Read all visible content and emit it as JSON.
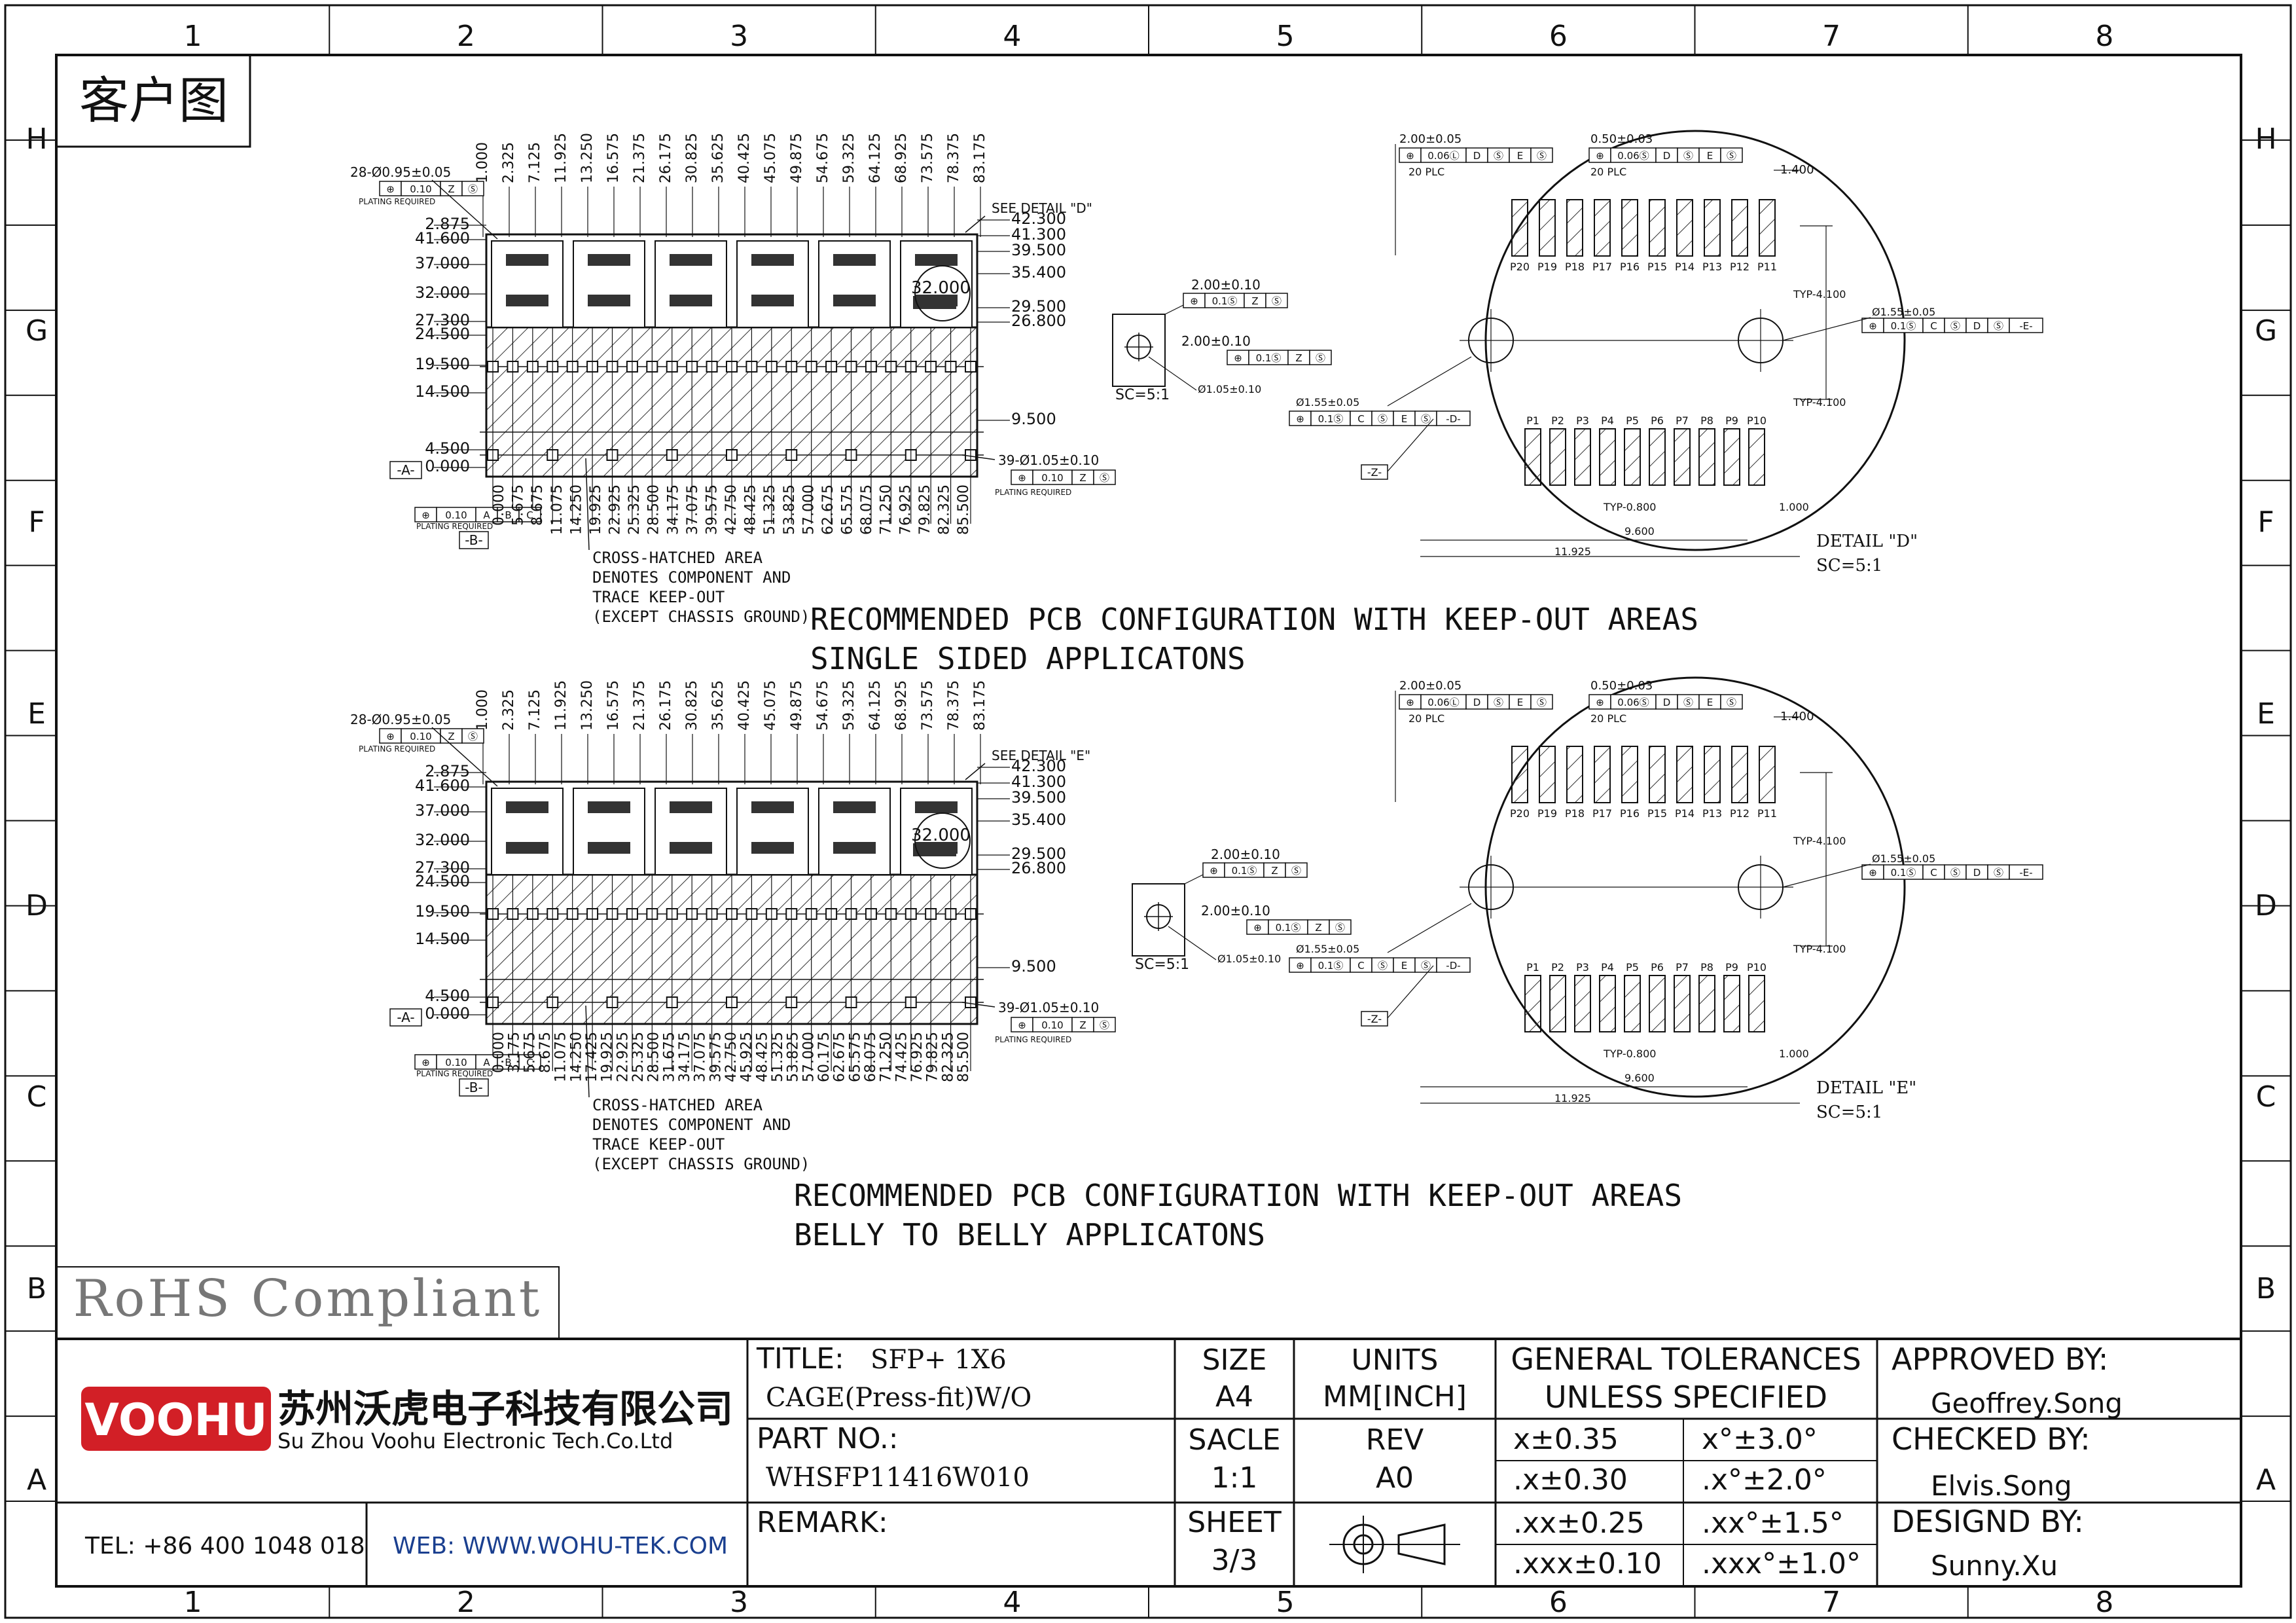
{
  "border": {
    "cols": [
      "1",
      "2",
      "3",
      "4",
      "5",
      "6",
      "7",
      "8"
    ],
    "rows": [
      "H",
      "G",
      "F",
      "E",
      "D",
      "C",
      "B",
      "A"
    ]
  },
  "header_label": "客户图",
  "views": [
    {
      "id": "single",
      "holes_callout": [
        "28-Ø0.95±0.05",
        "PLATING REQUIRED"
      ],
      "top_dims": [
        "1.000",
        "2.325",
        "7.125",
        "11.925",
        "13.250",
        "16.575",
        "21.375",
        "26.175",
        "30.825",
        "35.625",
        "40.425",
        "45.075",
        "49.875",
        "54.675",
        "59.325",
        "64.125",
        "68.925",
        "73.575",
        "78.375",
        "83.175"
      ],
      "left_dims": [
        "2.875",
        "41.600",
        "37.000",
        "32.000",
        "27.300",
        "24.500",
        "19.500",
        "14.500",
        "4.500",
        "0.000"
      ],
      "right_dims": [
        "42.300",
        "41.300",
        "39.500",
        "35.400",
        "29.500",
        "26.800",
        "9.500"
      ],
      "center_dim": "32.000",
      "see_detail": "SEE DETAIL \"D\"",
      "bottom_dims": [
        "0.000",
        "5.675",
        "8.675",
        "11.075",
        "14.250",
        "19.925",
        "22.925",
        "25.325",
        "28.500",
        "34.175",
        "37.075",
        "39.575",
        "42.750",
        "48.425",
        "51.325",
        "53.825",
        "57.000",
        "62.675",
        "65.575",
        "68.075",
        "71.250",
        "76.925",
        "79.825",
        "82.325",
        "85.500"
      ],
      "holes39": [
        "39-Ø1.05±0.10",
        "PLATING REQUIRED"
      ],
      "datum_a": "-A-",
      "datum_b": "-B-",
      "note": [
        "CROSS-HATCHED AREA",
        "DENOTES COMPONENT AND",
        "TRACE KEEP-OUT",
        "(EXCEPT CHASSIS GROUND)"
      ],
      "caption": [
        "RECOMMENDED PCB CONFIGURATION WITH KEEP-OUT AREAS",
        "SINGLE SIDED APPLICATONS"
      ]
    },
    {
      "id": "belly",
      "holes_callout": [
        "28-Ø0.95±0.05",
        "PLATING REQUIRED"
      ],
      "top_dims": [
        "1.000",
        "2.325",
        "7.125",
        "11.925",
        "13.250",
        "16.575",
        "21.375",
        "26.175",
        "30.825",
        "35.625",
        "40.425",
        "45.075",
        "49.875",
        "54.675",
        "59.325",
        "64.125",
        "68.925",
        "73.575",
        "78.375",
        "83.175"
      ],
      "left_dims": [
        "2.875",
        "41.600",
        "37.000",
        "32.000",
        "27.300",
        "24.500",
        "19.500",
        "14.500",
        "4.500",
        "0.000"
      ],
      "right_dims": [
        "42.300",
        "41.300",
        "39.500",
        "35.400",
        "29.500",
        "26.800",
        "9.500"
      ],
      "center_dim": "32.000",
      "see_detail": "SEE DETAIL \"E\"",
      "bottom_dims": [
        "0.000",
        "3.175",
        "5.675",
        "8.675",
        "11.075",
        "14.250",
        "17.425",
        "19.925",
        "22.925",
        "25.325",
        "28.500",
        "31.675",
        "34.175",
        "37.075",
        "39.575",
        "42.750",
        "45.925",
        "48.425",
        "51.325",
        "53.825",
        "57.000",
        "60.175",
        "62.675",
        "65.575",
        "68.075",
        "71.250",
        "74.425",
        "76.925",
        "79.825",
        "82.325",
        "85.500"
      ],
      "holes39": [
        "39-Ø1.05±0.10",
        "PLATING REQUIRED"
      ],
      "datum_a": "-A-",
      "datum_b": "-B-",
      "note": [
        "CROSS-HATCHED AREA",
        "DENOTES COMPONENT AND",
        "TRACE KEEP-OUT",
        "(EXCEPT CHASSIS GROUND)"
      ],
      "caption": [
        "RECOMMENDED PCB CONFIGURATION WITH KEEP-OUT AREAS",
        "BELLY TO BELLY APPLICATONS"
      ]
    }
  ],
  "pad_detail": {
    "dim1": "2.00±0.10",
    "dim2": "2.00±0.10",
    "hole": "Ø1.05±0.10",
    "scale": "SC=5:1"
  },
  "details": [
    {
      "id": "D",
      "dim_pad_w": "2.00±0.05",
      "plc": "20 PLC",
      "dim_pitch": "0.50±0.03",
      "dim_1400": "1.400",
      "top_pins": [
        "P20",
        "P19",
        "P18",
        "P17",
        "P16",
        "P15",
        "P14",
        "P13",
        "P12",
        "P11"
      ],
      "bottom_pins": [
        "P1",
        "P2",
        "P3",
        "P4",
        "P5",
        "P6",
        "P7",
        "P8",
        "P9",
        "P10"
      ],
      "typ1": "TYP-4.100",
      "typ2": "TYP-4.100",
      "hole_r": "Ø1.55±0.05",
      "hole_l": "Ø1.55±0.05",
      "datum_z": "-Z-",
      "typ_pitch": "TYP-0.800",
      "dim_1000": "1.000",
      "dim_9600": "9.600",
      "dim_11925": "11.925",
      "label": "DETAIL \"D\"",
      "scale": "SC=5:1"
    },
    {
      "id": "E",
      "dim_pad_w": "2.00±0.05",
      "plc": "20 PLC",
      "dim_pitch": "0.50±0.03",
      "dim_1400": "1.400",
      "top_pins": [
        "P20",
        "P19",
        "P18",
        "P17",
        "P16",
        "P15",
        "P14",
        "P13",
        "P12",
        "P11"
      ],
      "bottom_pins": [
        "P1",
        "P2",
        "P3",
        "P4",
        "P5",
        "P6",
        "P7",
        "P8",
        "P9",
        "P10"
      ],
      "typ1": "TYP-4.100",
      "typ2": "TYP-4.100",
      "hole_r": "Ø1.55±0.05",
      "hole_l": "Ø1.55±0.05",
      "datum_z": "-Z-",
      "typ_pitch": "TYP-0.800",
      "dim_1000": "1.000",
      "dim_9600": "9.600",
      "dim_11925": "11.925",
      "label": "DETAIL \"E\"",
      "scale": "SC=5:1"
    }
  ],
  "rohs": "RoHS Compliant",
  "title_block": {
    "logo": "VOOHU",
    "company_cn": "苏州沃虎电子科技有限公司",
    "company_en": "Su Zhou Voohu Electronic Tech.Co.Ltd",
    "tel": "TEL: +86 400 1048 018",
    "web": "WEB: WWW.WOHU-TEK.COM",
    "title_label": "TITLE:",
    "title_value1": "SFP+ 1X6",
    "title_value2": "CAGE(Press-fit)W/O",
    "part_label": "PART NO.:",
    "part_value": "WHSFP11416W010",
    "remark_label": "REMARK:",
    "size_label": "SIZE",
    "size_value": "A4",
    "units_label": "UNITS",
    "units_value": "MM[INCH]",
    "scale_label": "SACLE",
    "scale_value": "1:1",
    "rev_label": "REV",
    "rev_value": "A0",
    "sheet_label": "SHEET",
    "sheet_value": "3/3",
    "tol_label1": "GENERAL TOLERANCES",
    "tol_label2": "UNLESS SPECIFIED",
    "tolerances": [
      [
        "x±0.35",
        "x°±3.0°"
      ],
      [
        ".x±0.30",
        ".x°±2.0°"
      ],
      [
        ".xx±0.25",
        ".xx°±1.5°"
      ],
      [
        ".xxx±0.10",
        ".xxx°±1.0°"
      ]
    ],
    "approved_label": "APPROVED BY:",
    "approved_value": "Geoffrey.Song",
    "checked_label": "CHECKED BY:",
    "checked_value": "Elvis.Song",
    "designed_label": "DESIGND BY:",
    "designed_value": "Sunny.Xu"
  }
}
